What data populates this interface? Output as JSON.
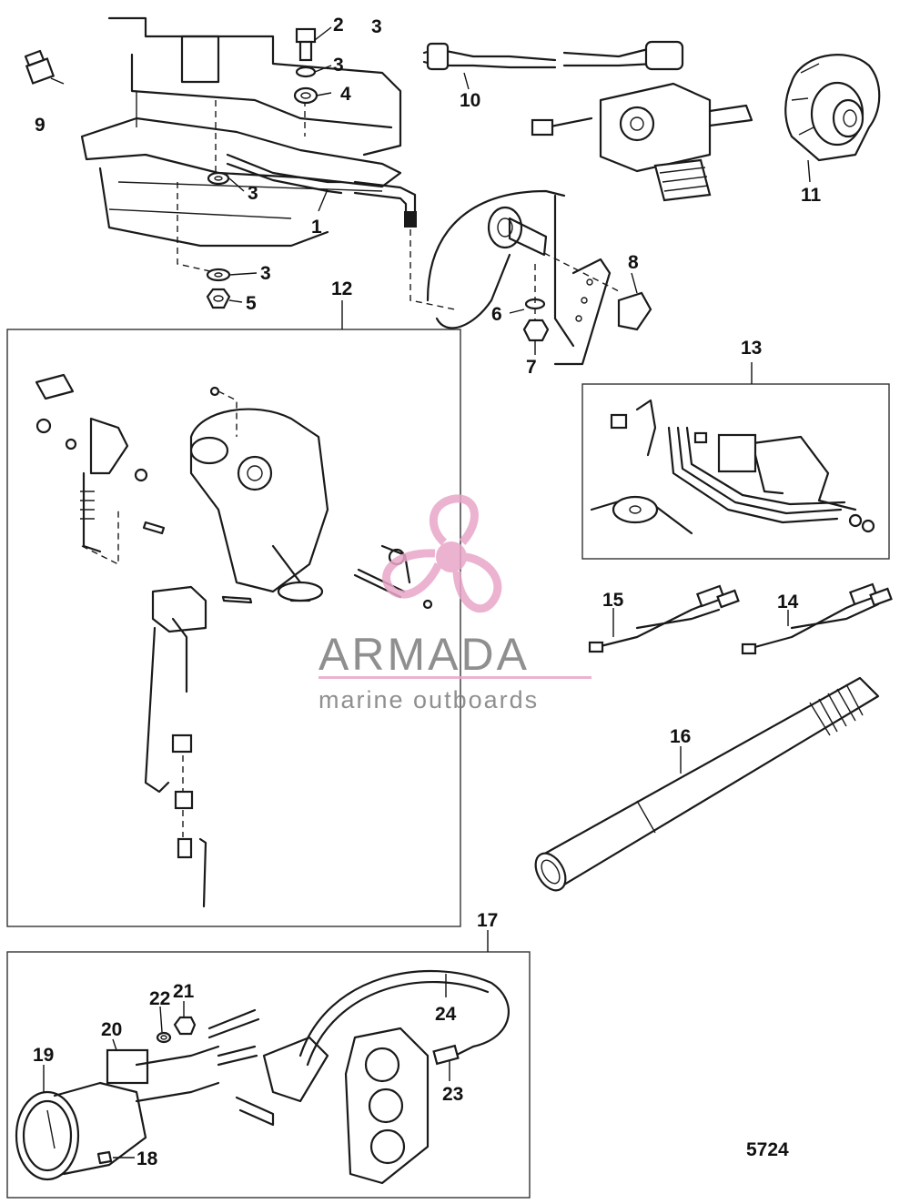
{
  "callouts": {
    "c1": "1",
    "c2": "2",
    "c3a": "3",
    "c3b": "3",
    "c3c": "3",
    "c3d": "3",
    "c4": "4",
    "c5": "5",
    "c6": "6",
    "c7": "7",
    "c8": "8",
    "c9": "9",
    "c10": "10",
    "c11": "11",
    "c12": "12",
    "c13": "13",
    "c14": "14",
    "c15": "15",
    "c16": "16",
    "c17": "17",
    "c18": "18",
    "c19": "19",
    "c20": "20",
    "c21": "21",
    "c22": "22",
    "c23": "23",
    "c24": "24"
  },
  "drawing_number": "5724",
  "watermark": {
    "brand": "ARMADA",
    "tagline": "marine outboards",
    "accent_color": "#e8a6c8",
    "icon": "propeller-logo-icon"
  }
}
